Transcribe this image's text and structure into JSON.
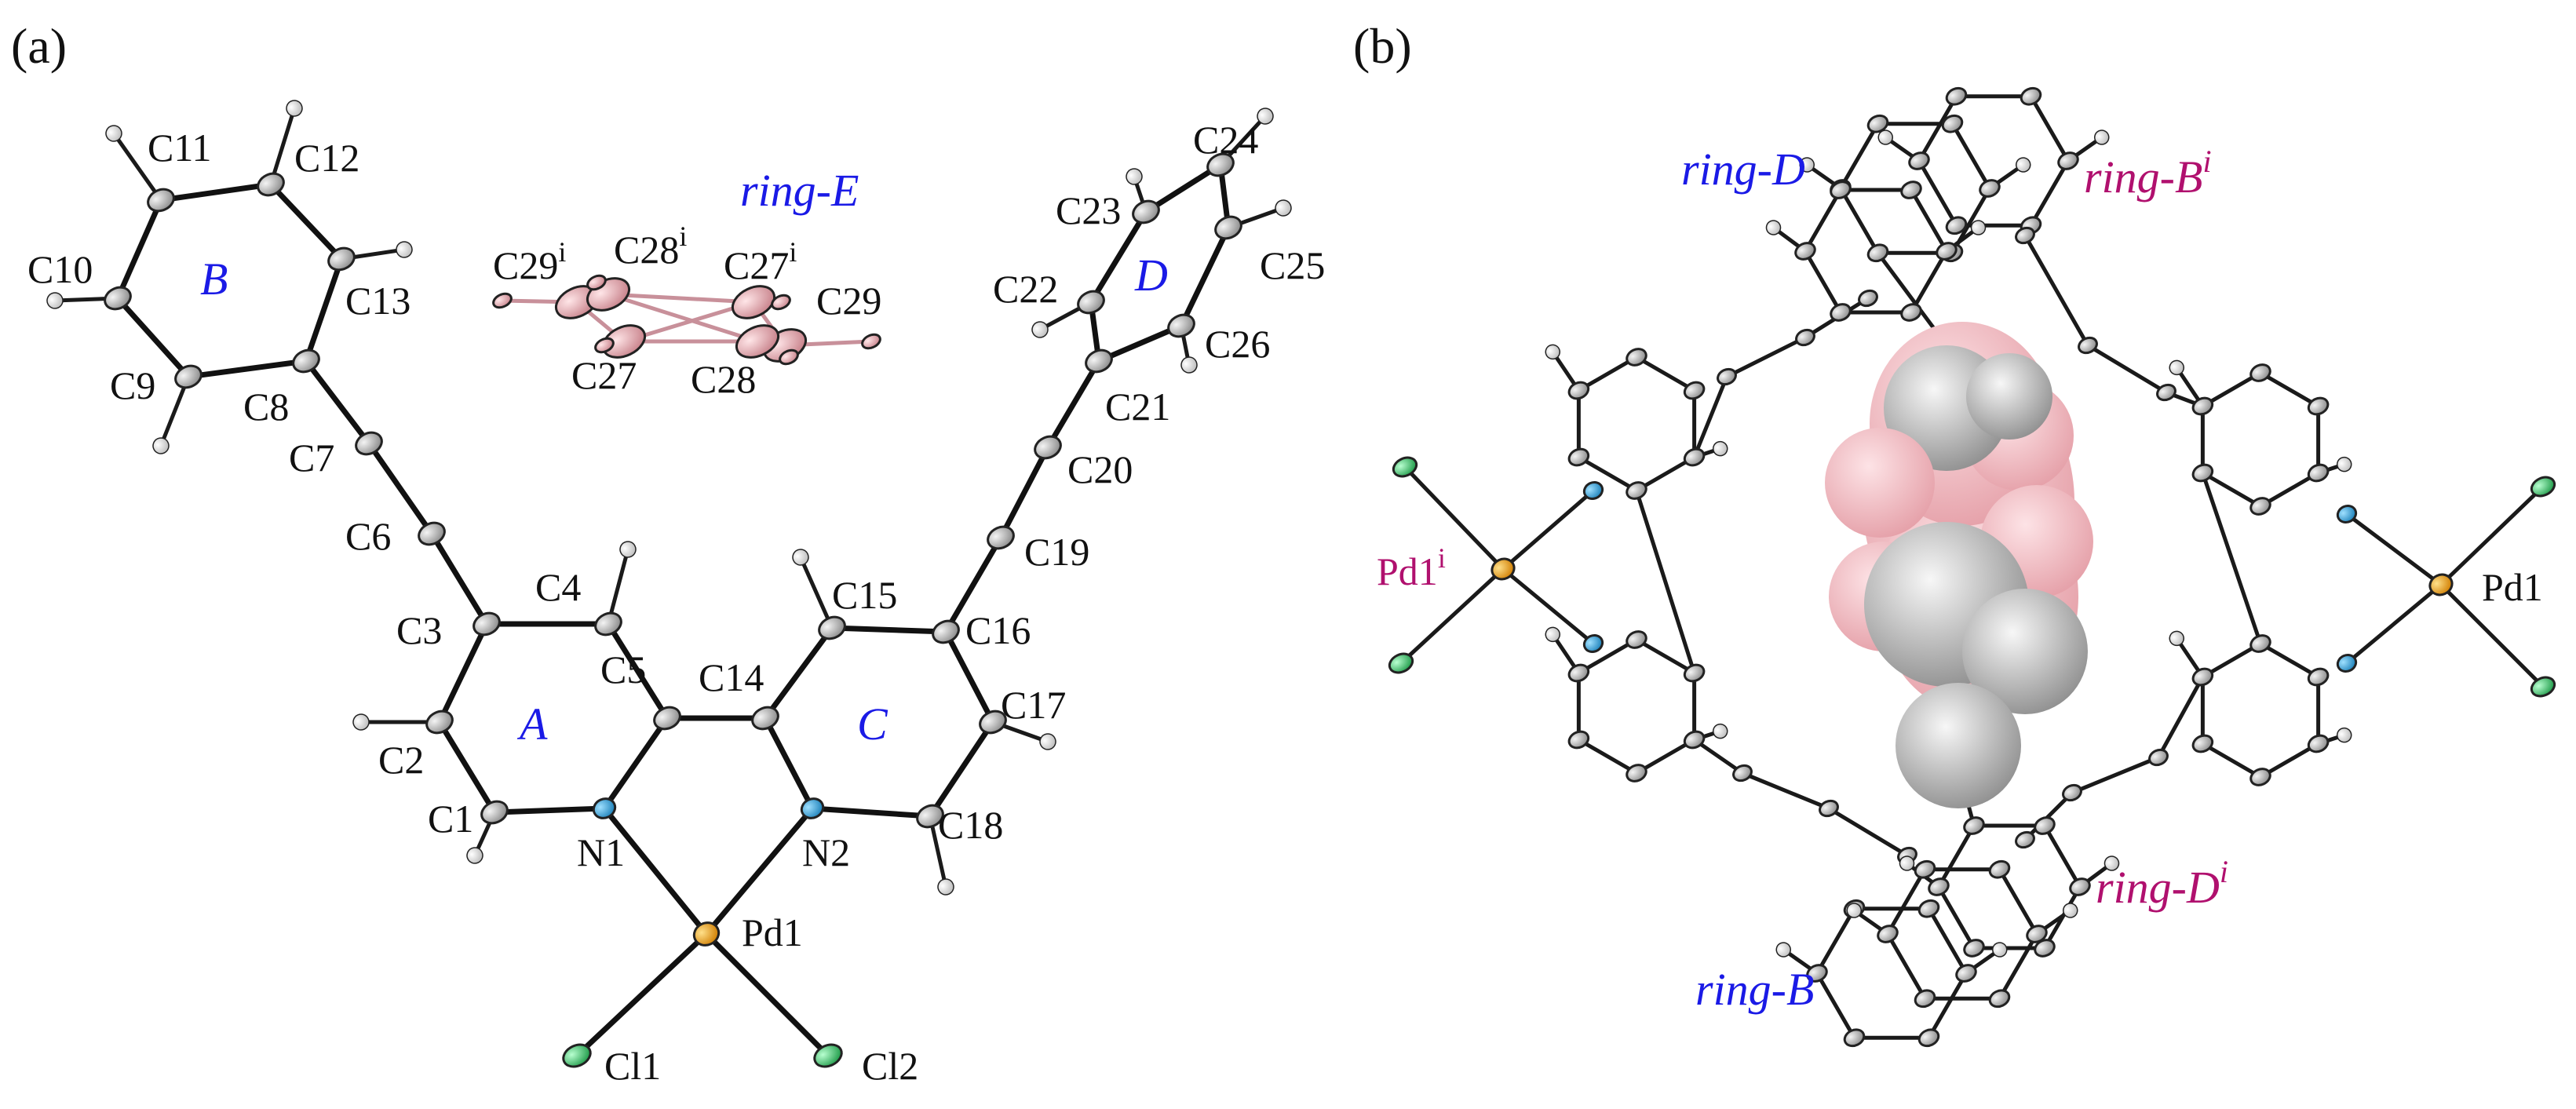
{
  "panels": {
    "a": "(a)",
    "b": "(b)"
  },
  "ring_labels_a": {
    "A": "A",
    "B": "B",
    "C": "C",
    "D": "D",
    "E": "ring-E"
  },
  "ring_labels_b": {
    "D": "ring-D",
    "Bi": "ring-B",
    "Bi_sup": "i",
    "B": "ring-B",
    "Di": "ring-D",
    "Di_sup": "i"
  },
  "pd_labels_b": {
    "pd1i": "Pd1",
    "pd1i_sup": "i",
    "pd1": "Pd1"
  },
  "atom_labels_a": [
    {
      "id": "C1",
      "text": "C1"
    },
    {
      "id": "C2",
      "text": "C2"
    },
    {
      "id": "C3",
      "text": "C3"
    },
    {
      "id": "C4",
      "text": "C4"
    },
    {
      "id": "C5",
      "text": "C5"
    },
    {
      "id": "C6",
      "text": "C6"
    },
    {
      "id": "C7",
      "text": "C7"
    },
    {
      "id": "C8",
      "text": "C8"
    },
    {
      "id": "C9",
      "text": "C9"
    },
    {
      "id": "C10",
      "text": "C10"
    },
    {
      "id": "C11",
      "text": "C11"
    },
    {
      "id": "C12",
      "text": "C12"
    },
    {
      "id": "C13",
      "text": "C13"
    },
    {
      "id": "C14",
      "text": "C14"
    },
    {
      "id": "C15",
      "text": "C15"
    },
    {
      "id": "C16",
      "text": "C16"
    },
    {
      "id": "C17",
      "text": "C17"
    },
    {
      "id": "C18",
      "text": "C18"
    },
    {
      "id": "C19",
      "text": "C19"
    },
    {
      "id": "C20",
      "text": "C20"
    },
    {
      "id": "C21",
      "text": "C21"
    },
    {
      "id": "C22",
      "text": "C22"
    },
    {
      "id": "C23",
      "text": "C23"
    },
    {
      "id": "C24",
      "text": "C24"
    },
    {
      "id": "C25",
      "text": "C25"
    },
    {
      "id": "C26",
      "text": "C26"
    },
    {
      "id": "C27",
      "text": "C27"
    },
    {
      "id": "C28",
      "text": "C28"
    },
    {
      "id": "C29",
      "text": "C29"
    },
    {
      "id": "N1",
      "text": "N1"
    },
    {
      "id": "N2",
      "text": "N2"
    },
    {
      "id": "Pd1",
      "text": "Pd1"
    },
    {
      "id": "Cl1",
      "text": "Cl1"
    },
    {
      "id": "Cl2",
      "text": "Cl2"
    },
    {
      "id": "C29i",
      "text": "C29",
      "sup": "i"
    },
    {
      "id": "C28i",
      "text": "C28",
      "sup": "i"
    },
    {
      "id": "C27i",
      "text": "C27",
      "sup": "i"
    }
  ],
  "colors": {
    "carbon": "#a8a8a8",
    "hydrogen": "#e6e6e6",
    "nitrogen": "#2aa7e0",
    "palladium": "#f0a020",
    "chlorine": "#3ecf6a",
    "guest": "#f2b8bd",
    "ring_blue": "#1a1ae6",
    "ring_magenta": "#b0106e"
  }
}
